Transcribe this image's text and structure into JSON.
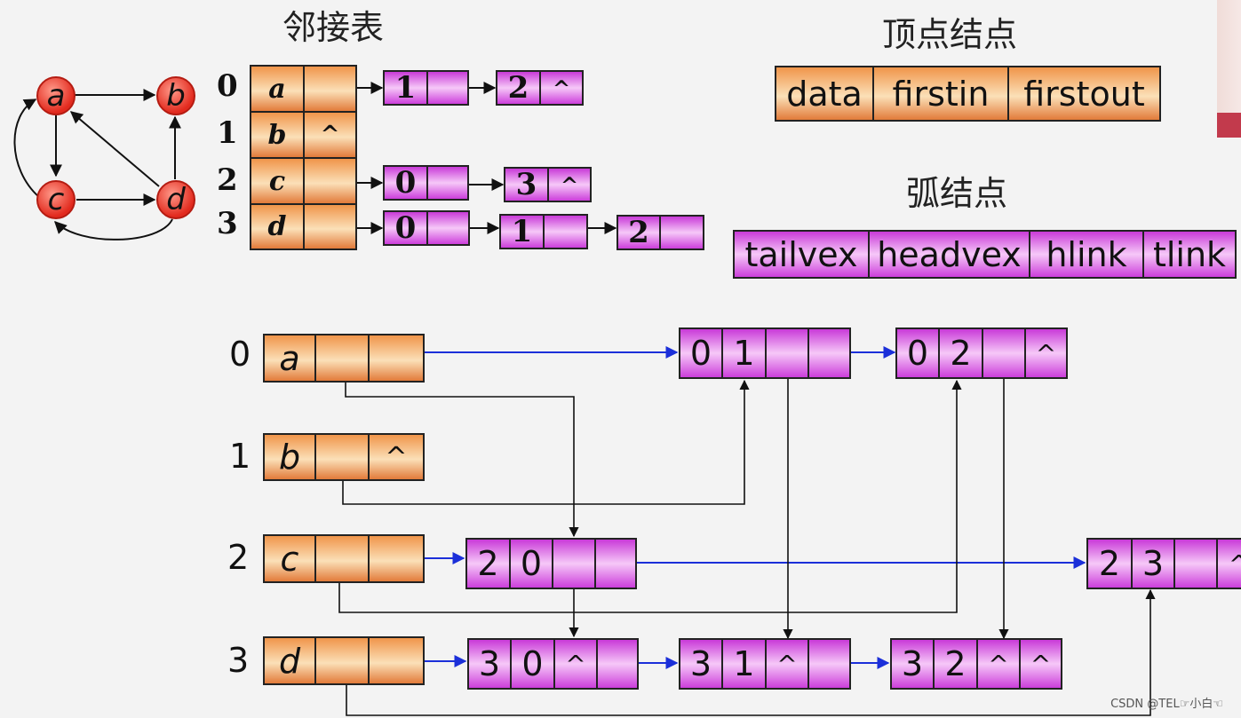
{
  "headings": {
    "adjacency_list": "邻接表",
    "vertex_node": "顶点结点",
    "arc_node": "弧结点"
  },
  "graph": {
    "nodes": [
      "a",
      "b",
      "c",
      "d"
    ]
  },
  "adjacency": {
    "indices": [
      "0",
      "1",
      "2",
      "3"
    ],
    "vertices": [
      "a",
      "b",
      "c",
      "d"
    ],
    "null_mark": "^",
    "lists": [
      [
        "1",
        "2"
      ],
      [],
      [
        "0",
        "3"
      ],
      [
        "0",
        "1",
        "2"
      ]
    ]
  },
  "vertex_node_fields": [
    "data",
    "firstin",
    "firstout"
  ],
  "arc_node_fields": [
    "tailvex",
    "headvex",
    "hlink",
    "tlink"
  ],
  "orthogonal": {
    "indices": [
      "0",
      "1",
      "2",
      "3"
    ],
    "vertices": [
      "a",
      "b",
      "c",
      "d"
    ],
    "null_mark": "^",
    "arcs": {
      "a01": [
        "0",
        "1"
      ],
      "a02": [
        "0",
        "2"
      ],
      "a20": [
        "2",
        "0"
      ],
      "a23": [
        "2",
        "3"
      ],
      "a30": [
        "3",
        "0"
      ],
      "a31": [
        "3",
        "1"
      ],
      "a32": [
        "3",
        "2"
      ]
    }
  },
  "watermark": "CSDN @TEL☞小白☜"
}
